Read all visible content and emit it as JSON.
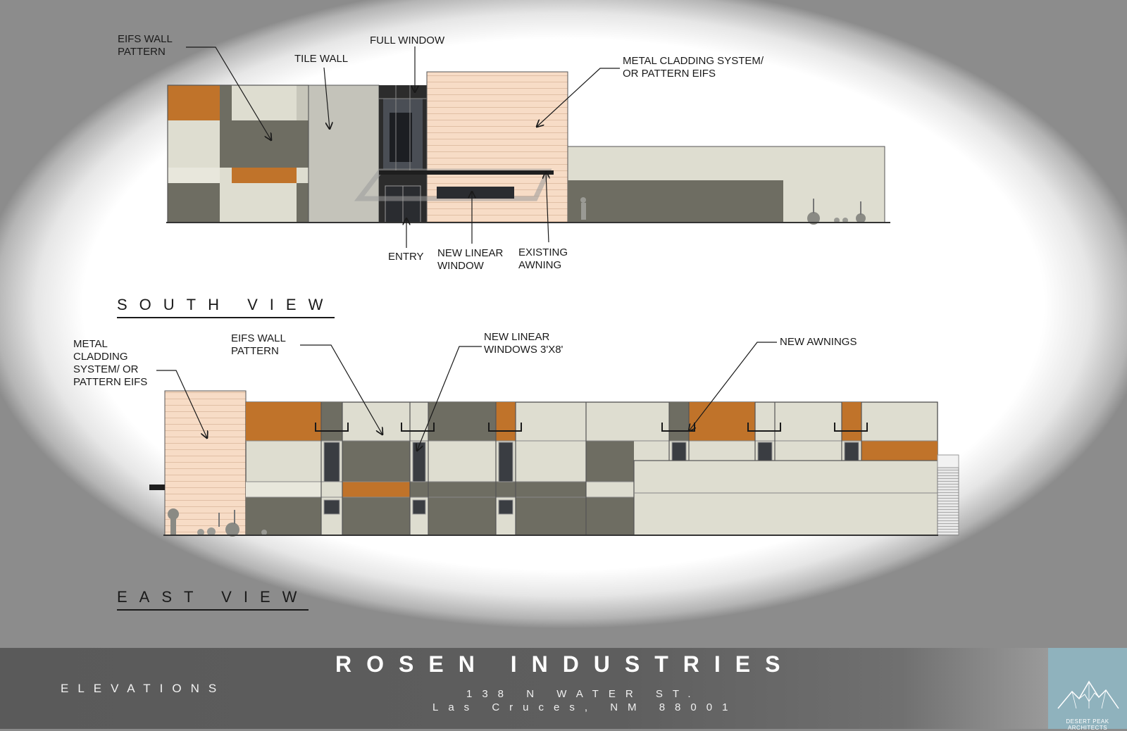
{
  "south_view": {
    "title": "SOUTH VIEW",
    "labels": {
      "eifs_wall_pattern": "EIFS WALL\nPATTERN",
      "tile_wall": "TILE WALL",
      "full_window": "FULL WINDOW",
      "metal_cladding": "METAL CLADDING SYSTEM/\nOR PATTERN EIFS",
      "entry": "ENTRY",
      "new_linear_window": "NEW LINEAR\nWINDOW",
      "existing_awning": "EXISTING\nAWNING"
    }
  },
  "east_view": {
    "title": "EAST VIEW",
    "labels": {
      "metal_cladding": "METAL\nCLADDING\nSYSTEM/ OR\nPATTERN EIFS",
      "eifs_wall_pattern": "EIFS WALL\nPATTERN",
      "new_linear_windows": "NEW LINEAR\nWINDOWS 3'X8'",
      "new_awnings": "NEW AWNINGS"
    }
  },
  "footer": {
    "sheet_title": "ELEVATIONS",
    "company": "ROSEN INDUSTRIES",
    "address_line1": "138 N WATER ST.",
    "address_line2": "Las Cruces, NM 88001",
    "firm_logo_text": "DESERT PEAK ARCHITECTS"
  },
  "colors": {
    "orange": "#c0732a",
    "dark_gray": "#6e6d62",
    "light_beige": "#deddd0",
    "peach_cladding": "#f7dcc6",
    "tile_gray": "#c4c3ba",
    "logo_bg": "#8fb2bd"
  }
}
